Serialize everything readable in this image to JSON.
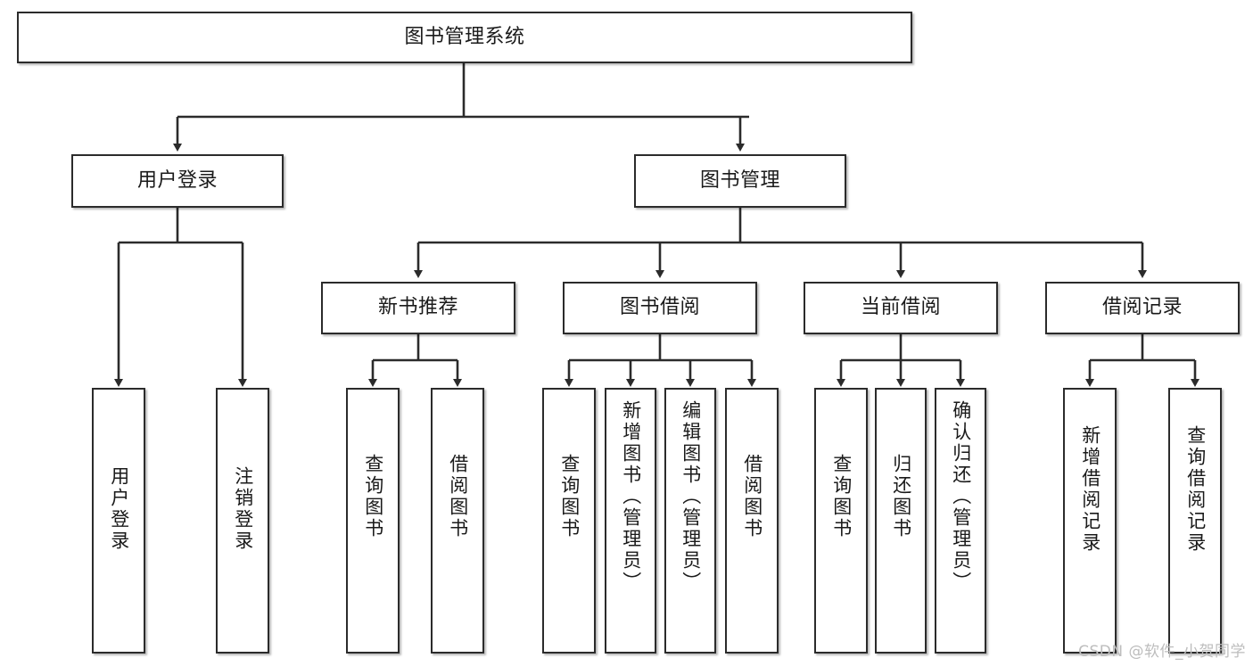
{
  "diagram": {
    "type": "tree",
    "title_node": "图书管理系统",
    "watermark": "CSDN @软件_小贺同学",
    "colors": {
      "box_border": "#2b2b2b",
      "box_fill": "#ffffff",
      "connector": "#2b2b2b",
      "text": "#1a1a1a",
      "watermark": "#bdbdbd",
      "background": "#ffffff"
    },
    "nodes": {
      "root": {
        "label": "图书管理系统"
      },
      "level1": [
        {
          "id": "user-login",
          "label": "用户登录"
        },
        {
          "id": "book-management",
          "label": "图书管理"
        }
      ],
      "level2": [
        {
          "id": "new-book-recommend",
          "label": "新书推荐"
        },
        {
          "id": "book-borrow",
          "label": "图书借阅"
        },
        {
          "id": "current-borrow",
          "label": "当前借阅"
        },
        {
          "id": "borrow-record",
          "label": "借阅记录"
        }
      ],
      "leaves": {
        "user_login": [
          {
            "id": "leaf-user-login",
            "label": "用户登录"
          },
          {
            "id": "leaf-logout",
            "label": "注销登录"
          }
        ],
        "new_book_recommend": [
          {
            "id": "leaf-query-book-1",
            "label": "查询图书"
          },
          {
            "id": "leaf-borrow-book-1",
            "label": "借阅图书"
          }
        ],
        "book_borrow": [
          {
            "id": "leaf-query-book-2",
            "label": "查询图书"
          },
          {
            "id": "leaf-add-book",
            "label": "新增图书（管理员）"
          },
          {
            "id": "leaf-edit-book",
            "label": "编辑图书（管理员）"
          },
          {
            "id": "leaf-borrow-book-2",
            "label": "借阅图书"
          }
        ],
        "current_borrow": [
          {
            "id": "leaf-query-book-3",
            "label": "查询图书"
          },
          {
            "id": "leaf-return-book",
            "label": "归还图书"
          },
          {
            "id": "leaf-confirm-return",
            "label": "确认归还（管理员）"
          }
        ],
        "borrow_record": [
          {
            "id": "leaf-add-record",
            "label": "新增借阅记录"
          },
          {
            "id": "leaf-query-record",
            "label": "查询借阅记录"
          }
        ]
      }
    }
  }
}
